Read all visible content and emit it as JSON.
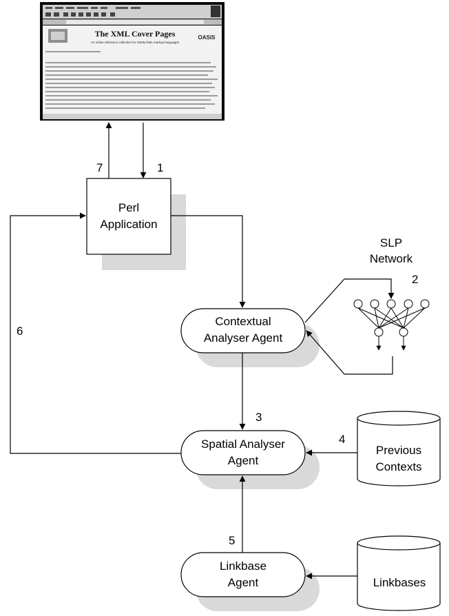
{
  "nodes": {
    "perl_application": [
      "Perl",
      "Application"
    ],
    "contextual_agent": [
      "Contextual",
      "Analyser Agent"
    ],
    "spatial_agent": [
      "Spatial Analyser",
      "Agent"
    ],
    "linkbase_agent": [
      "Linkbase",
      "Agent"
    ],
    "previous_contexts": [
      "Previous",
      "Contexts"
    ],
    "linkbases": [
      "Linkbases"
    ],
    "slp_network": [
      "SLP",
      "Network"
    ]
  },
  "step_labels": {
    "s1": "1",
    "s2": "2",
    "s3": "3",
    "s4": "4",
    "s5": "5",
    "s6": "6",
    "s7": "7"
  },
  "browser": {
    "page_title": "The XML Cover Pages",
    "subtitle": "An online reference collection for SGML/XML markup languages",
    "logo_text": "OASIS"
  },
  "colors": {
    "shadow": "#d9d9d9",
    "line": "#000000",
    "screenshot_bg": "#f2f2f2"
  }
}
